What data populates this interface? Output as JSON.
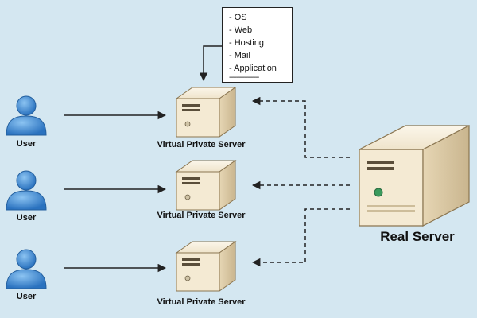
{
  "users": [
    {
      "label": "User"
    },
    {
      "label": "User"
    },
    {
      "label": "User"
    }
  ],
  "virtual_servers": [
    {
      "label": "Virtual Private Server"
    },
    {
      "label": "Virtual Private Server"
    },
    {
      "label": "Virtual Private Server"
    }
  ],
  "real_server": {
    "label": "Real Server"
  },
  "services_note": {
    "items": [
      "- OS",
      "- Web",
      "- Hosting",
      "- Mail",
      "- Application"
    ],
    "trailing_line": "----------------"
  },
  "colors": {
    "background": "#d4e7f1",
    "user_icon": "#3d8fd6",
    "server_body": "#e9dcc0",
    "server_front": "#f8f1de",
    "arrow": "#222222",
    "status_led": "#3a9a5c"
  },
  "icons": {
    "user": "user-icon",
    "server": "server-tower-icon"
  }
}
